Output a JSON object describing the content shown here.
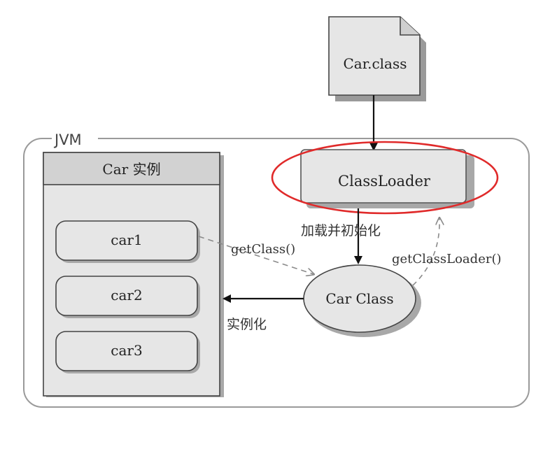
{
  "file_node": {
    "label": "Car.class"
  },
  "jvm_box": {
    "label": "JVM"
  },
  "instances_panel": {
    "title": "Car 实例",
    "items": [
      {
        "label": "car1"
      },
      {
        "label": "car2"
      },
      {
        "label": "car3"
      }
    ]
  },
  "classloader_node": {
    "label": "ClassLoader",
    "highlight_color": "#e02a2a"
  },
  "class_node": {
    "label": "Car Class"
  },
  "edges": {
    "load_init": "加载并初始化",
    "get_class": "getClass()",
    "get_classloader": "getClassLoader()",
    "instantiate": "实例化"
  },
  "colors": {
    "node_fill": "#e6e6e6",
    "shadow": "#a8a8a8",
    "highlight": "#e02a2a",
    "dashed_arrow": "#9a9a9a"
  }
}
